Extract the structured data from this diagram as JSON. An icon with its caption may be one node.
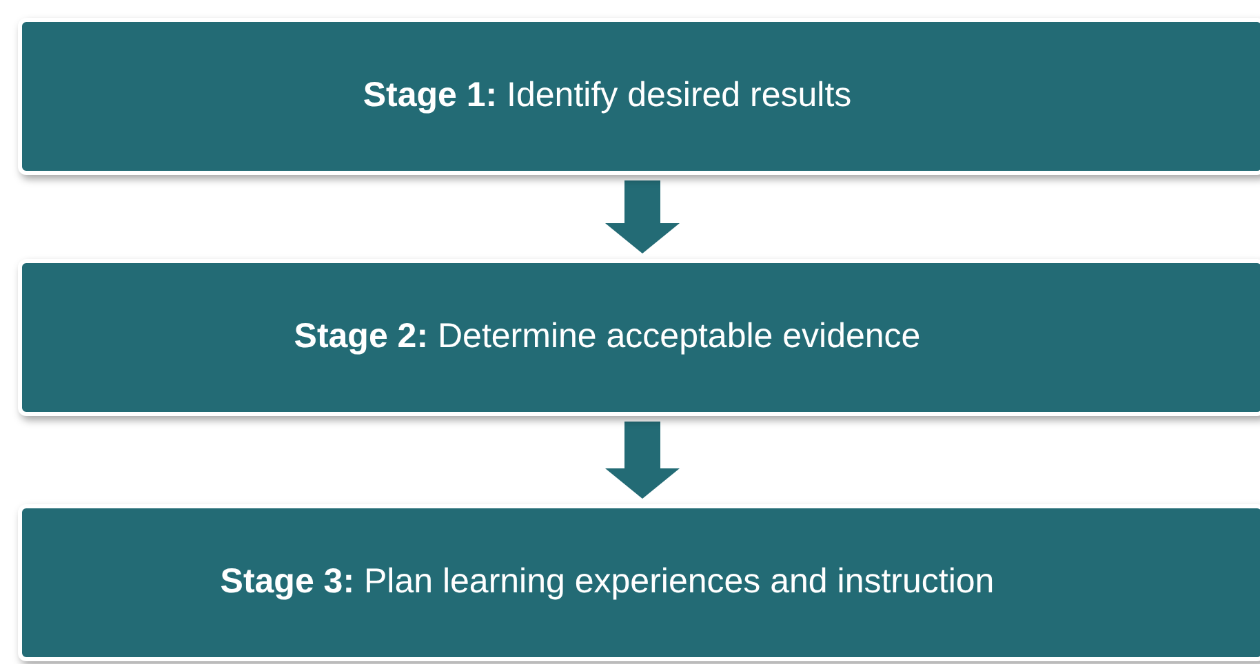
{
  "diagram": {
    "nodes": [
      {
        "text": [
          "**Stage 1:** Identify desired results"
        ]
      },
      {
        "text": [
          "**Stage 2:** Determine acceptable evidence"
        ]
      },
      {
        "text": [
          "**Stage 3:** Plan learning experiences and instruction"
        ]
      }
    ],
    "edges": [
      {
        "from": 0,
        "to": 1,
        "arrow": "to"
      },
      {
        "from": 1,
        "to": 2,
        "arrow": "to"
      }
    ]
  }
}
